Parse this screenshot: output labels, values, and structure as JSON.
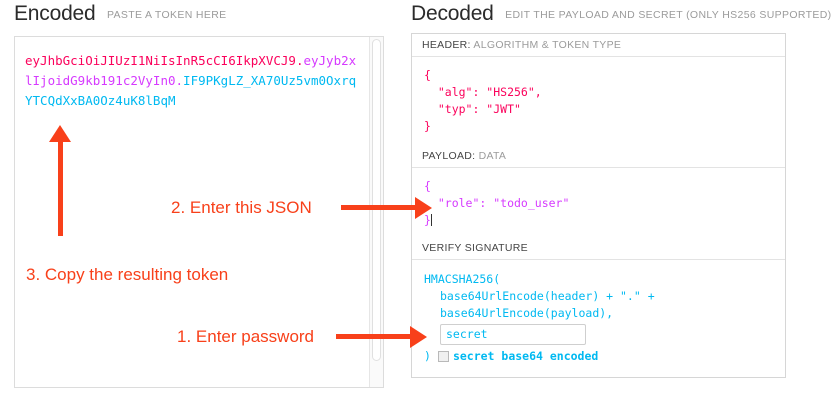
{
  "encoded": {
    "title": "Encoded",
    "subtitle": "PASTE A TOKEN HERE",
    "token": {
      "header": "eyJhbGciOiJIUzI1NiIsInR5cCI6IkpXVCJ9",
      "payload": "eyJyb2xlIjoidG9kb191c2VyIn0",
      "signature": "IF9PKgLZ_XA70Uz5vm0OxrqYTCQdXxBA0Oz4uK8lBqM",
      "separator": "."
    },
    "colors": {
      "header": "#fb015b",
      "payload": "#d63aff",
      "signature": "#00b9f1"
    }
  },
  "decoded": {
    "title": "Decoded",
    "subtitle": "EDIT THE PAYLOAD AND SECRET (ONLY HS256 SUPPORTED)",
    "sections": {
      "header": {
        "label_strong": "HEADER:",
        "label_rest": " ALGORITHM & TOKEN TYPE",
        "body": "{\n  \"alg\": \"HS256\",\n  \"typ\": \"JWT\"\n}"
      },
      "payload": {
        "label_strong": "PAYLOAD:",
        "label_rest": " DATA",
        "body": "{\n  \"role\": \"todo_user\"\n}"
      },
      "signature": {
        "label_strong": "VERIFY SIGNATURE",
        "label_rest": "",
        "line1": "HMACSHA256(",
        "line2": "base64UrlEncode(header) + \".\" +",
        "line3": "base64UrlEncode(payload),",
        "secret_value": "secret",
        "closing_paren": ")",
        "base64_label": "secret base64 encoded",
        "base64_checked": false
      }
    }
  },
  "annotations": {
    "step1": "1. Enter password",
    "step2": "2. Enter this JSON",
    "step3": "3. Copy the resulting token",
    "color": "#f8401a"
  }
}
